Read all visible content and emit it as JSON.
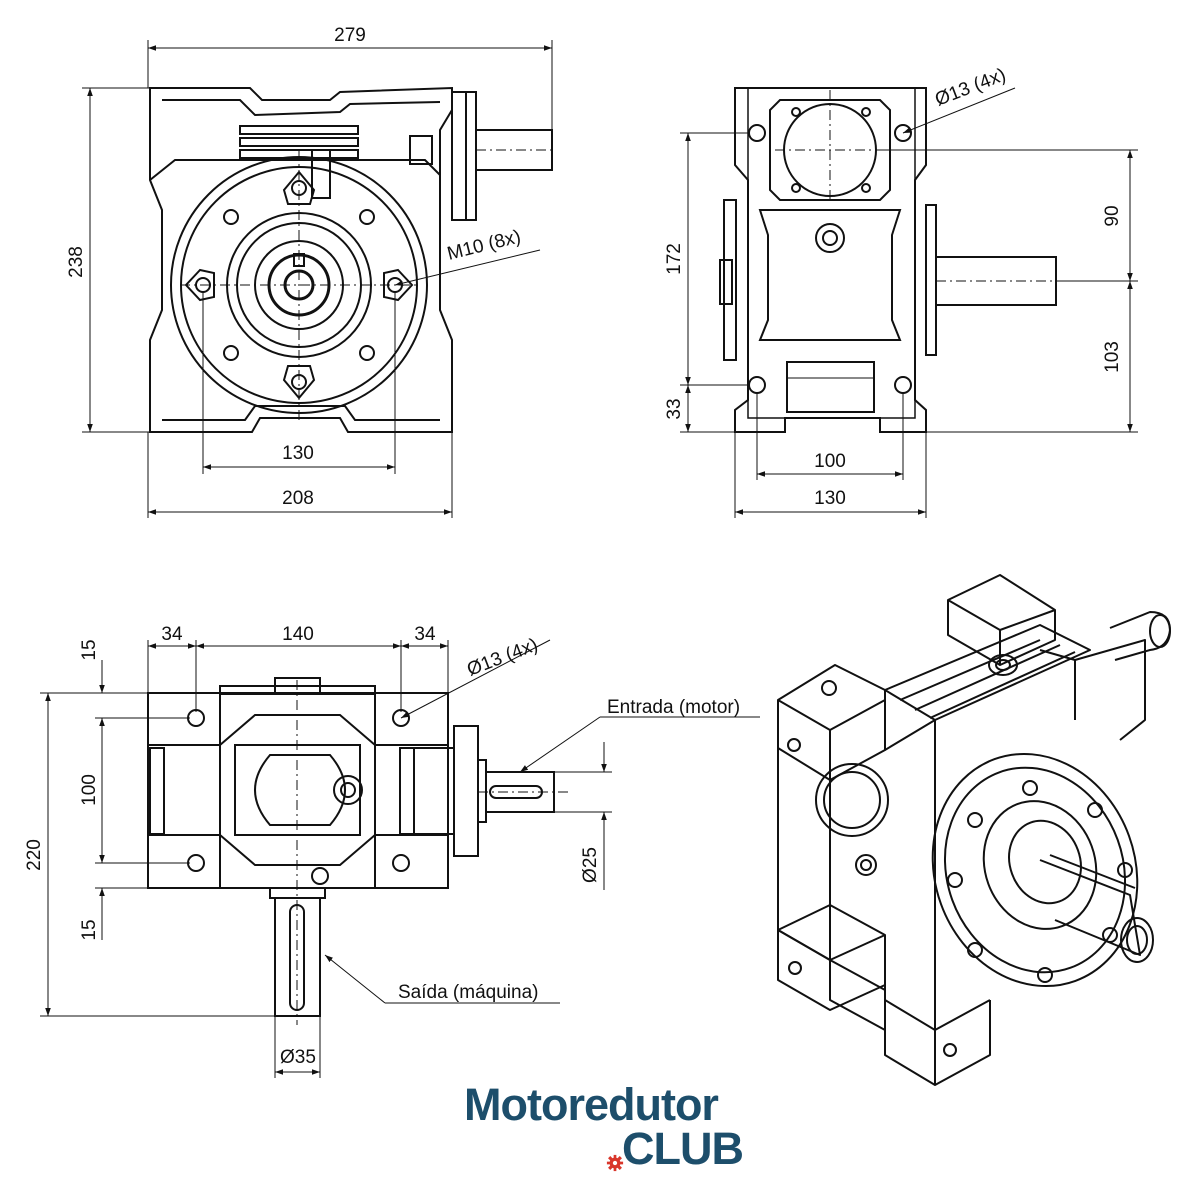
{
  "front_view": {
    "overall_width": "279",
    "overall_height": "238",
    "flange_hole_spacing": "130",
    "base_width": "208",
    "flange_holes": "M10 (8x)"
  },
  "side_view": {
    "hole_callout": "Ø13 (4x)",
    "height_172": "172",
    "height_33": "33",
    "height_90": "90",
    "height_103": "103",
    "hole_spacing": "100",
    "base_width": "130"
  },
  "top_view": {
    "dim_34_left": "34",
    "dim_140": "140",
    "dim_34_right": "34",
    "dim_15_top": "15",
    "dim_100": "100",
    "dim_220": "220",
    "dim_15_bottom": "15",
    "hole_callout": "Ø13 (4x)",
    "input_label": "Entrada (motor)",
    "input_diameter": "Ø25",
    "output_label": "Saída (máquina)",
    "output_diameter": "Ø35"
  },
  "logo": {
    "line1": "Motoredutor",
    "line2": "CLUB",
    "accent_color": "#d9362b",
    "brand_color": "#1d4e6b"
  }
}
